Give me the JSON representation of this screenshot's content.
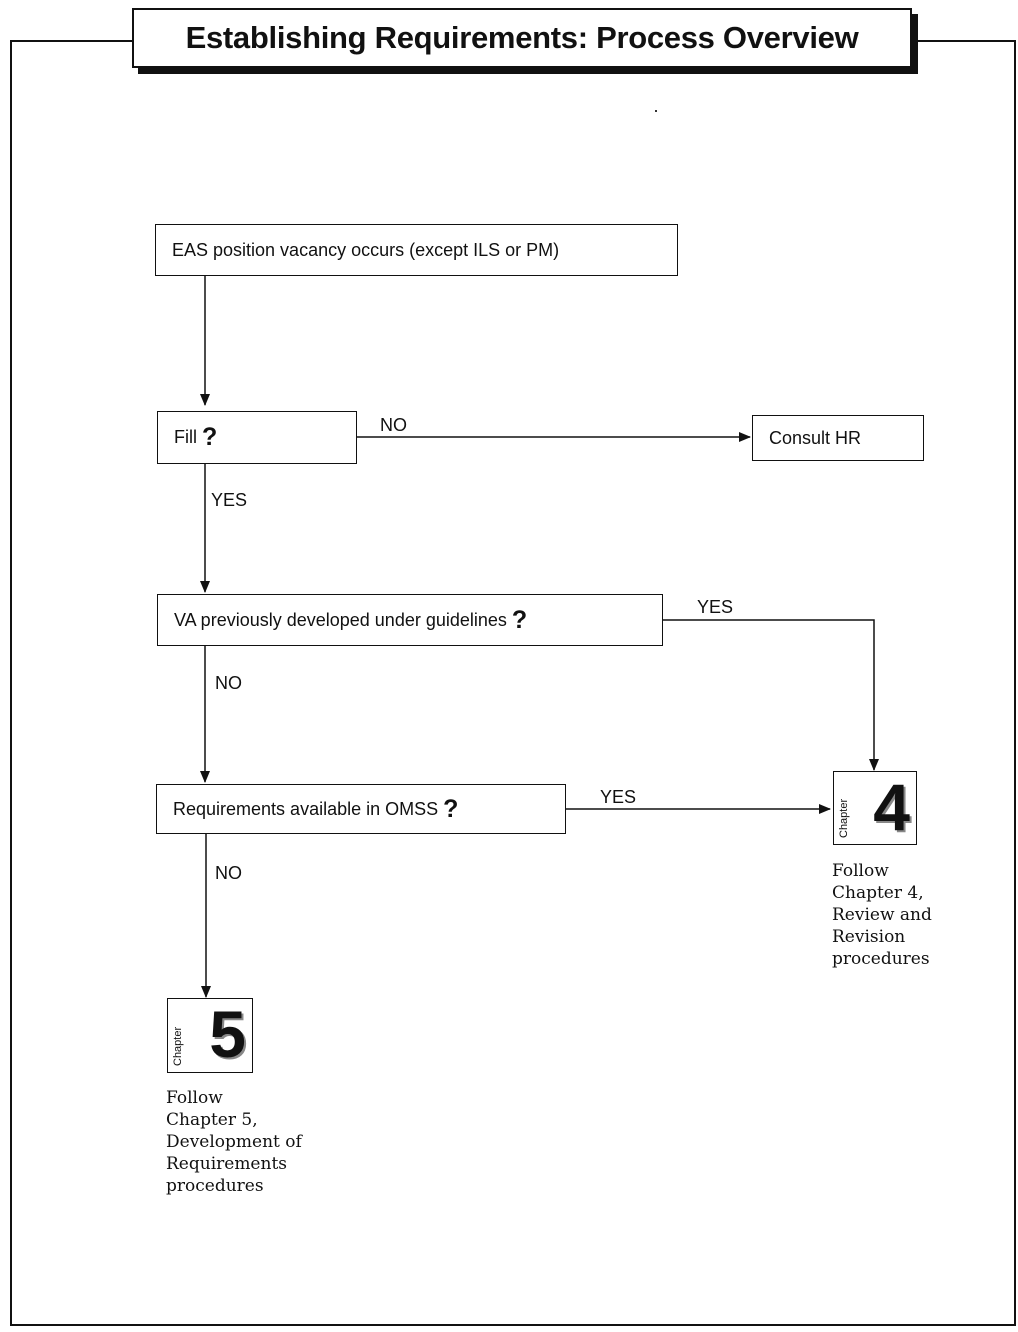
{
  "title": "Establishing Requirements: Process Overview",
  "nodes": {
    "vacancy": "EAS position vacancy occurs (except ILS or PM)",
    "fill": "Fill",
    "consult_hr": "Consult HR",
    "va_previous": "VA previously developed under guidelines",
    "requirements_omss": "Requirements available in OMSS",
    "question_mark": "?"
  },
  "edge_labels": {
    "fill_no": "NO",
    "fill_yes": "YES",
    "va_yes": "YES",
    "va_no": "NO",
    "omss_yes": "YES",
    "omss_no": "NO"
  },
  "chapter4": {
    "word": "Chapter",
    "number": "4",
    "note": [
      "Follow",
      "Chapter 4,",
      "Review and",
      "Revision",
      "procedures"
    ]
  },
  "chapter5": {
    "word": "Chapter",
    "number": "5",
    "note": [
      "Follow",
      "Chapter 5,",
      "Development of",
      "Requirements",
      "procedures"
    ]
  }
}
